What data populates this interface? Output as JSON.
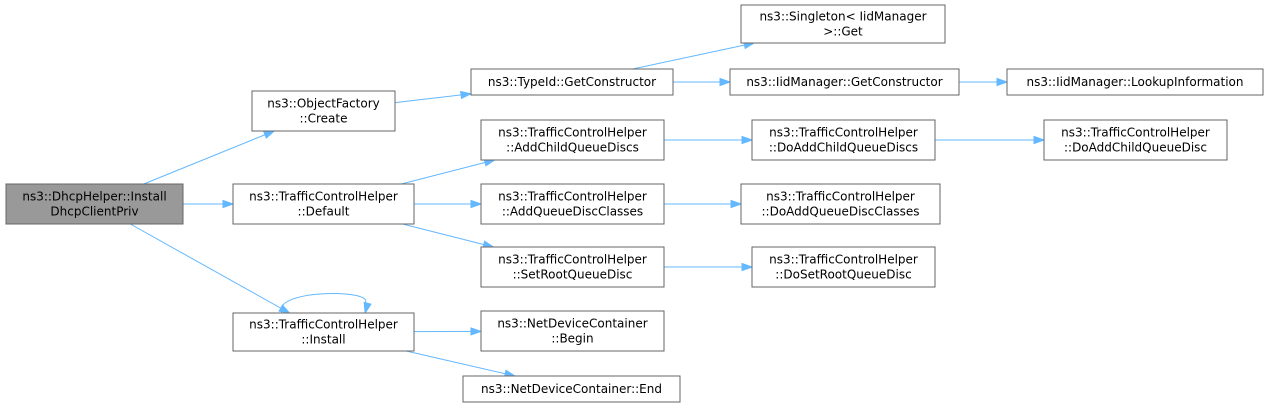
{
  "graph": {
    "colors": {
      "root_fill": "#999999",
      "node_fill": "#ffffff",
      "node_border": "#666666",
      "edge": "#63b8ff",
      "text": "#000000"
    },
    "nodes": [
      {
        "id": "root",
        "lines": [
          "ns3::DhcpHelper::Install",
          "DhcpClientPriv"
        ]
      },
      {
        "id": "objectfactory-create",
        "lines": [
          "ns3::ObjectFactory",
          "::Create"
        ]
      },
      {
        "id": "tch-default",
        "lines": [
          "ns3::TrafficControlHelper",
          "::Default"
        ]
      },
      {
        "id": "tch-install",
        "lines": [
          "ns3::TrafficControlHelper",
          "::Install"
        ]
      },
      {
        "id": "typeid-getconstructor",
        "lines": [
          "ns3::TypeId::GetConstructor"
        ]
      },
      {
        "id": "tch-addchildqueuediscs",
        "lines": [
          "ns3::TrafficControlHelper",
          "::AddChildQueueDiscs"
        ]
      },
      {
        "id": "tch-addqueuediscclasses",
        "lines": [
          "ns3::TrafficControlHelper",
          "::AddQueueDiscClasses"
        ]
      },
      {
        "id": "tch-setrootqueuedisc",
        "lines": [
          "ns3::TrafficControlHelper",
          "::SetRootQueueDisc"
        ]
      },
      {
        "id": "ndc-begin",
        "lines": [
          "ns3::NetDeviceContainer",
          "::Begin"
        ]
      },
      {
        "id": "ndc-end",
        "lines": [
          "ns3::NetDeviceContainer::End"
        ]
      },
      {
        "id": "singleton-get",
        "lines": [
          "ns3::Singleton< IidManager",
          ">::Get"
        ]
      },
      {
        "id": "iidmanager-getconstructor",
        "lines": [
          "ns3::IidManager::GetConstructor"
        ]
      },
      {
        "id": "tch-doaddchildqueuediscs",
        "lines": [
          "ns3::TrafficControlHelper",
          "::DoAddChildQueueDiscs"
        ]
      },
      {
        "id": "tch-doaddqueuediscclasses",
        "lines": [
          "ns3::TrafficControlHelper",
          "::DoAddQueueDiscClasses"
        ]
      },
      {
        "id": "tch-dosetrootqueuedisc",
        "lines": [
          "ns3::TrafficControlHelper",
          "::DoSetRootQueueDisc"
        ]
      },
      {
        "id": "iidmanager-lookupinformation",
        "lines": [
          "ns3::IidManager::LookupInformation"
        ]
      },
      {
        "id": "tch-doaddchildqueuedisc",
        "lines": [
          "ns3::TrafficControlHelper",
          "::DoAddChildQueueDisc"
        ]
      }
    ],
    "edges": [
      {
        "from": "root",
        "to": "objectfactory-create"
      },
      {
        "from": "root",
        "to": "tch-default"
      },
      {
        "from": "root",
        "to": "tch-install"
      },
      {
        "from": "objectfactory-create",
        "to": "typeid-getconstructor"
      },
      {
        "from": "typeid-getconstructor",
        "to": "singleton-get"
      },
      {
        "from": "typeid-getconstructor",
        "to": "iidmanager-getconstructor"
      },
      {
        "from": "iidmanager-getconstructor",
        "to": "iidmanager-lookupinformation"
      },
      {
        "from": "tch-default",
        "to": "tch-addchildqueuediscs"
      },
      {
        "from": "tch-default",
        "to": "tch-addqueuediscclasses"
      },
      {
        "from": "tch-default",
        "to": "tch-setrootqueuedisc"
      },
      {
        "from": "tch-addchildqueuediscs",
        "to": "tch-doaddchildqueuediscs"
      },
      {
        "from": "tch-doaddchildqueuediscs",
        "to": "tch-doaddchildqueuedisc"
      },
      {
        "from": "tch-addqueuediscclasses",
        "to": "tch-doaddqueuediscclasses"
      },
      {
        "from": "tch-setrootqueuedisc",
        "to": "tch-dosetrootqueuedisc"
      },
      {
        "from": "tch-install",
        "to": "tch-install"
      },
      {
        "from": "tch-install",
        "to": "ndc-begin"
      },
      {
        "from": "tch-install",
        "to": "ndc-end"
      }
    ]
  }
}
